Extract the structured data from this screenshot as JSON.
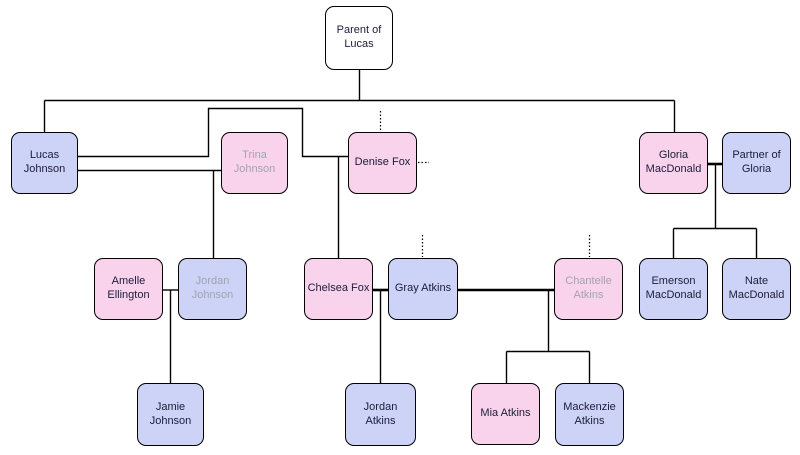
{
  "diagram": {
    "kind": "family-tree",
    "colors": {
      "canvas_bg": "#ffffff",
      "female_fill": "#f9d3ec",
      "male_fill": "#ccd3f6",
      "neutral_fill": "#ffffff",
      "border": "#000000",
      "line": "#000000",
      "text": "#1c1c3a",
      "deceased_text": "#a0a4b0"
    },
    "nodes": [
      {
        "id": "parent-of-lucas",
        "label": "Parent of\nLucas",
        "variant": "neutral",
        "deceased": false
      },
      {
        "id": "lucas-johnson",
        "label": "Lucas\nJohnson",
        "variant": "male",
        "deceased": false
      },
      {
        "id": "trina-johnson",
        "label": "Trina\nJohnson",
        "variant": "female",
        "deceased": true
      },
      {
        "id": "denise-fox",
        "label": "Denise Fox",
        "variant": "female",
        "deceased": false
      },
      {
        "id": "gloria-macdonald",
        "label": "Gloria\nMacDonald",
        "variant": "female",
        "deceased": false
      },
      {
        "id": "partner-of-gloria",
        "label": "Partner of\nGloria",
        "variant": "male",
        "deceased": false
      },
      {
        "id": "amelle-ellington",
        "label": "Amelle\nEllington",
        "variant": "female",
        "deceased": false
      },
      {
        "id": "jordan-johnson",
        "label": "Jordan\nJohnson",
        "variant": "male",
        "deceased": true
      },
      {
        "id": "chelsea-fox",
        "label": "Chelsea Fox",
        "variant": "female",
        "deceased": false
      },
      {
        "id": "gray-atkins",
        "label": "Gray Atkins",
        "variant": "male",
        "deceased": false
      },
      {
        "id": "chantelle-atkins",
        "label": "Chantelle\nAtkins",
        "variant": "female",
        "deceased": true
      },
      {
        "id": "emerson-macdonald",
        "label": "Emerson\nMacDonald",
        "variant": "male",
        "deceased": false
      },
      {
        "id": "nate-macdonald",
        "label": "Nate\nMacDonald",
        "variant": "male",
        "deceased": false
      },
      {
        "id": "jamie-johnson",
        "label": "Jamie\nJohnson",
        "variant": "male",
        "deceased": false
      },
      {
        "id": "jordan-atkins",
        "label": "Jordan\nAtkins",
        "variant": "male",
        "deceased": false
      },
      {
        "id": "mia-atkins",
        "label": "Mia Atkins",
        "variant": "female",
        "deceased": false
      },
      {
        "id": "mackenzie-atkins",
        "label": "Mackenzie\nAtkins",
        "variant": "male",
        "deceased": false
      }
    ],
    "edges": [
      {
        "from": "parent-of-lucas",
        "to": "lucas-johnson",
        "type": "parent-child",
        "style": "solid-thin"
      },
      {
        "from": "parent-of-lucas",
        "to": "gloria-macdonald",
        "type": "parent-child",
        "style": "solid-thin"
      },
      {
        "from": "lucas-johnson",
        "to": "trina-johnson",
        "type": "partnership",
        "style": "solid-thin"
      },
      {
        "from": "lucas-johnson",
        "to": "denise-fox",
        "type": "partnership",
        "style": "solid-thin"
      },
      {
        "from": "lucas-johnson+trina-johnson",
        "to": "jordan-johnson",
        "type": "parent-child",
        "style": "solid-thin"
      },
      {
        "from": "lucas-johnson+denise-fox",
        "to": "chelsea-fox",
        "type": "parent-child",
        "style": "solid-thin"
      },
      {
        "from": "amelle-ellington",
        "to": "jordan-johnson",
        "type": "partnership",
        "style": "solid-thin"
      },
      {
        "from": "amelle-ellington+jordan-johnson",
        "to": "jamie-johnson",
        "type": "parent-child",
        "style": "solid-thin"
      },
      {
        "from": "chelsea-fox",
        "to": "gray-atkins",
        "type": "partnership",
        "style": "solid-thick"
      },
      {
        "from": "chelsea-fox+gray-atkins",
        "to": "jordan-atkins",
        "type": "parent-child",
        "style": "solid-thin"
      },
      {
        "from": "gray-atkins",
        "to": "chantelle-atkins",
        "type": "partnership",
        "style": "solid-thick"
      },
      {
        "from": "gray-atkins+chantelle-atkins",
        "to": "mia-atkins",
        "type": "parent-child",
        "style": "solid-thin"
      },
      {
        "from": "gray-atkins+chantelle-atkins",
        "to": "mackenzie-atkins",
        "type": "parent-child",
        "style": "solid-thin"
      },
      {
        "from": "gloria-macdonald",
        "to": "partner-of-gloria",
        "type": "partnership",
        "style": "solid-thick"
      },
      {
        "from": "gloria-macdonald+partner-of-gloria",
        "to": "emerson-macdonald",
        "type": "parent-child",
        "style": "solid-thin"
      },
      {
        "from": "gloria-macdonald+partner-of-gloria",
        "to": "nate-macdonald",
        "type": "parent-child",
        "style": "solid-thin"
      },
      {
        "from": "denise-fox",
        "to": "hidden-above",
        "type": "hidden-indicator",
        "style": "dotted"
      },
      {
        "from": "denise-fox",
        "to": "hidden-right",
        "type": "hidden-indicator",
        "style": "dotted"
      },
      {
        "from": "gray-atkins",
        "to": "hidden-above",
        "type": "hidden-indicator",
        "style": "dotted"
      },
      {
        "from": "chantelle-atkins",
        "to": "hidden-above",
        "type": "hidden-indicator",
        "style": "dotted"
      }
    ]
  }
}
